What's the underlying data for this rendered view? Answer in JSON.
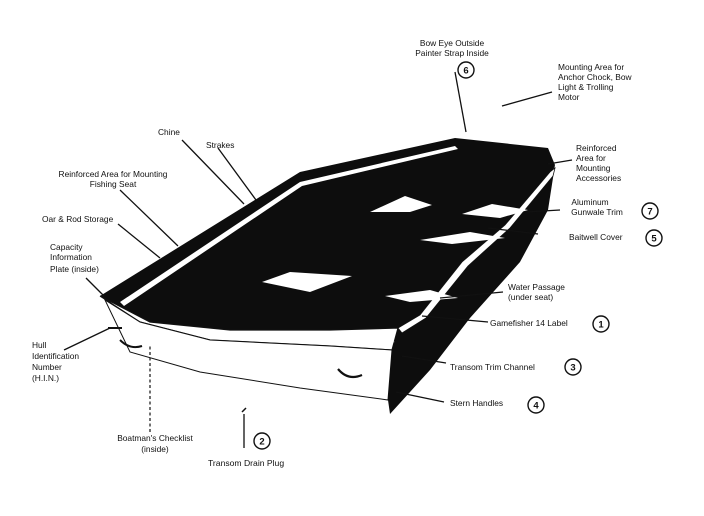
{
  "colors": {
    "ink": "#111111",
    "paper": "#ffffff"
  },
  "labels": {
    "bow_eye_1": "Bow Eye Outside",
    "bow_eye_2": "Painter Strap Inside",
    "mounting_area_1": "Mounting Area for",
    "mounting_area_2": "Anchor Chock, Bow",
    "mounting_area_3": "Light & Trolling",
    "mounting_area_4": "Motor",
    "chine": "Chine",
    "strakes": "Strakes",
    "reinforced_seat_1": "Reinforced Area for Mounting",
    "reinforced_seat_2": "Fishing Seat",
    "reinforced_acc_1": "Reinforced",
    "reinforced_acc_2": "Area for",
    "reinforced_acc_3": "Mounting",
    "reinforced_acc_4": "Accessories",
    "oar_rod": "Oar & Rod Storage",
    "aluminum_1": "Aluminum",
    "aluminum_2": "Gunwale Trim",
    "baitwell": "Baitwell Cover",
    "capacity_1": "Capacity",
    "capacity_2": "Information",
    "capacity_3": "Plate (inside)",
    "water_1": "Water Passage",
    "water_2": "(under seat)",
    "gamefisher": "Gamefisher 14 Label",
    "hull_1": "Hull",
    "hull_2": "Identification",
    "hull_3": "Number",
    "hull_4": "(H.I.N.)",
    "transom_trim": "Transom Trim Channel",
    "stern_handles": "Stern Handles",
    "checklist_1": "Boatman's Checklist",
    "checklist_2": "(inside)",
    "drain_plug": "Transom Drain Plug"
  },
  "callouts": {
    "n1": "1",
    "n2": "2",
    "n3": "3",
    "n4": "4",
    "n5": "5",
    "n6": "6",
    "n7": "7"
  }
}
